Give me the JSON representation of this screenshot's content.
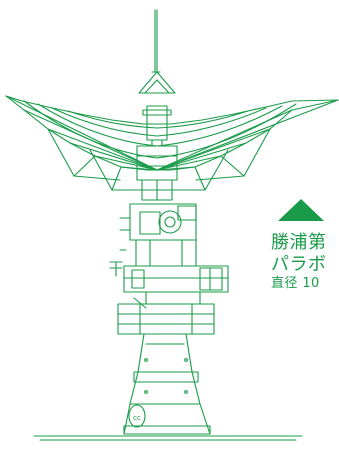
{
  "colors": {
    "accent": "#1a9b4a",
    "background": "#ffffff"
  },
  "caption": {
    "line1": "勝浦第",
    "line2": "パラボ",
    "line3": "直径 10"
  },
  "icons": {
    "marker": "triangle-up-icon",
    "illustration": "parabolic-antenna-illustration"
  }
}
